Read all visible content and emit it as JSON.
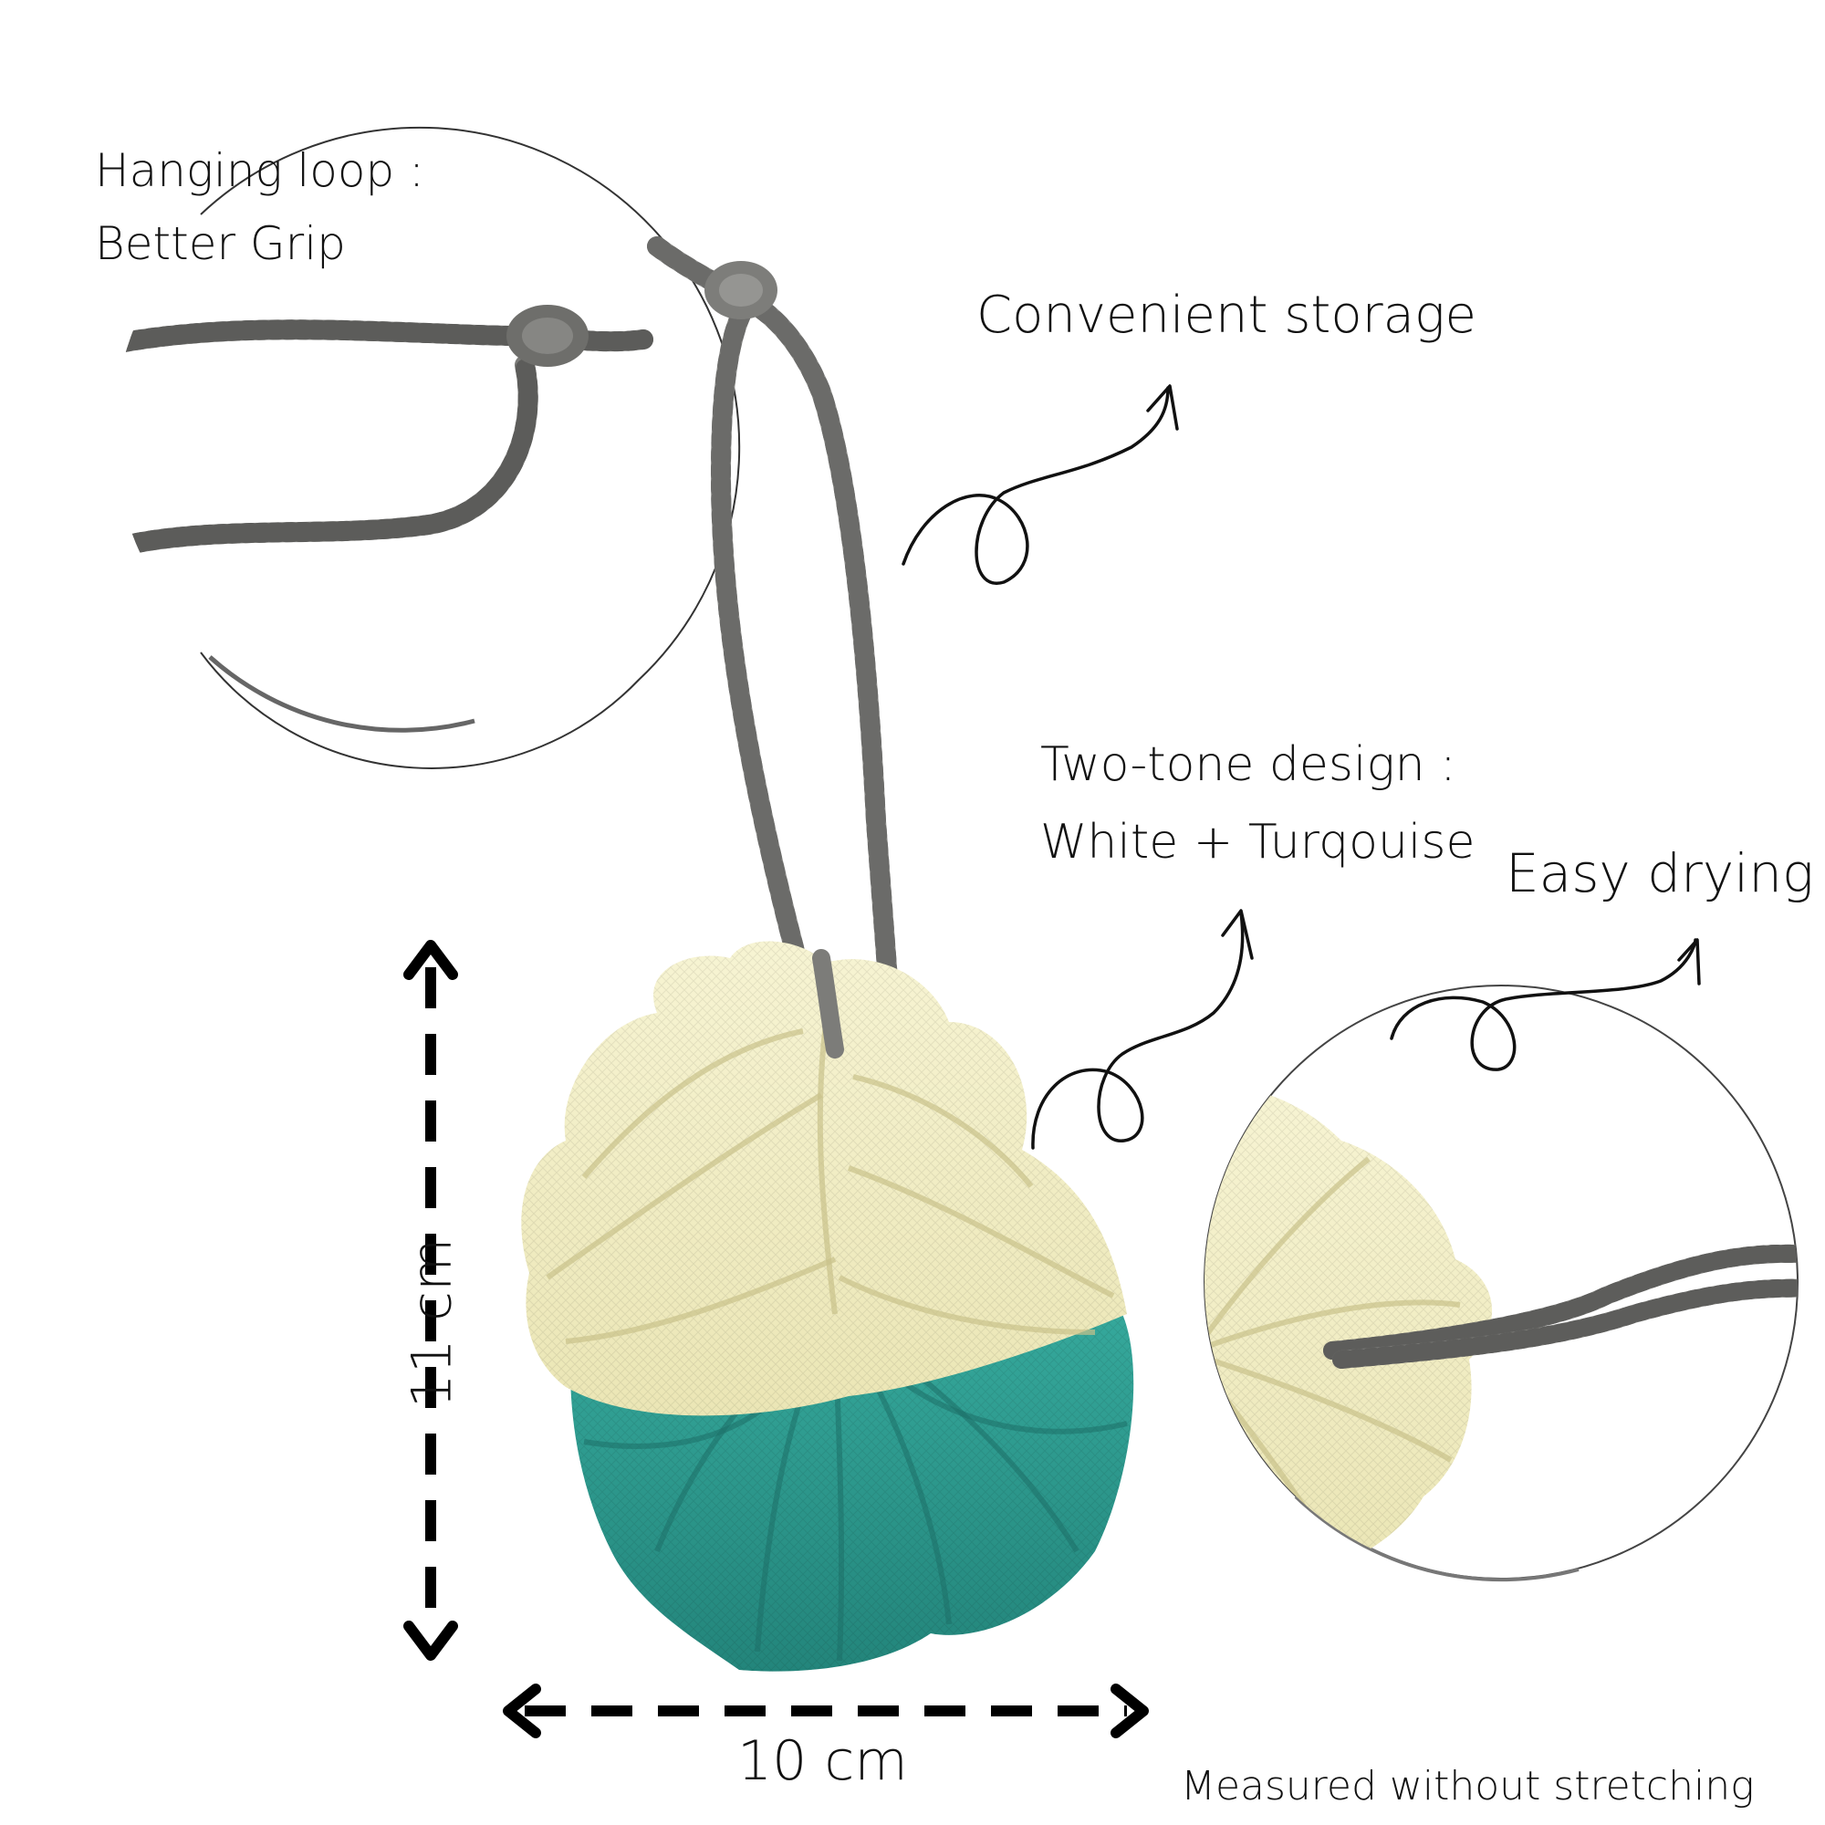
{
  "callouts": {
    "hanging_loop_title": "Hanging loop :",
    "hanging_loop_sub": "Better Grip",
    "storage": "Convenient storage",
    "two_tone_title": "Two-tone design :",
    "two_tone_sub": "White + Turqouise",
    "drying": "Easy drying"
  },
  "dimensions": {
    "height": "11 cm",
    "width": "10 cm",
    "note": "Measured without stretching"
  },
  "colors": {
    "cream": "#f3efc4",
    "turquoise": "#2e9e92",
    "rope": "#8c8c8a",
    "ink": "#111111"
  }
}
